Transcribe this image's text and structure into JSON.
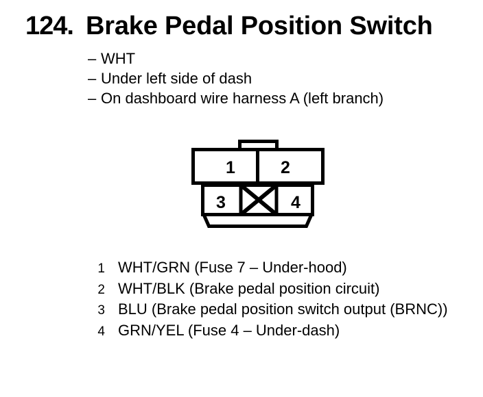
{
  "colors": {
    "background": "#ffffff",
    "ink": "#000000"
  },
  "header": {
    "number": "124.",
    "title": "Brake Pedal Position Switch"
  },
  "details": [
    {
      "bullet": "–",
      "text": "WHT"
    },
    {
      "bullet": "–",
      "text": "Under left side of dash"
    },
    {
      "bullet": "–",
      "text": "On dashboard wire harness A (left branch)"
    }
  ],
  "connector": {
    "pins": [
      "1",
      "2",
      "3",
      "4"
    ]
  },
  "legend": [
    {
      "pin": "1",
      "desc": "WHT/GRN (Fuse 7 – Under-hood)"
    },
    {
      "pin": "2",
      "desc": "WHT/BLK (Brake pedal position circuit)"
    },
    {
      "pin": "3",
      "desc": "BLU (Brake pedal position switch output (BRNC))"
    },
    {
      "pin": "4",
      "desc": "GRN/YEL (Fuse 4 – Under-dash)"
    }
  ]
}
